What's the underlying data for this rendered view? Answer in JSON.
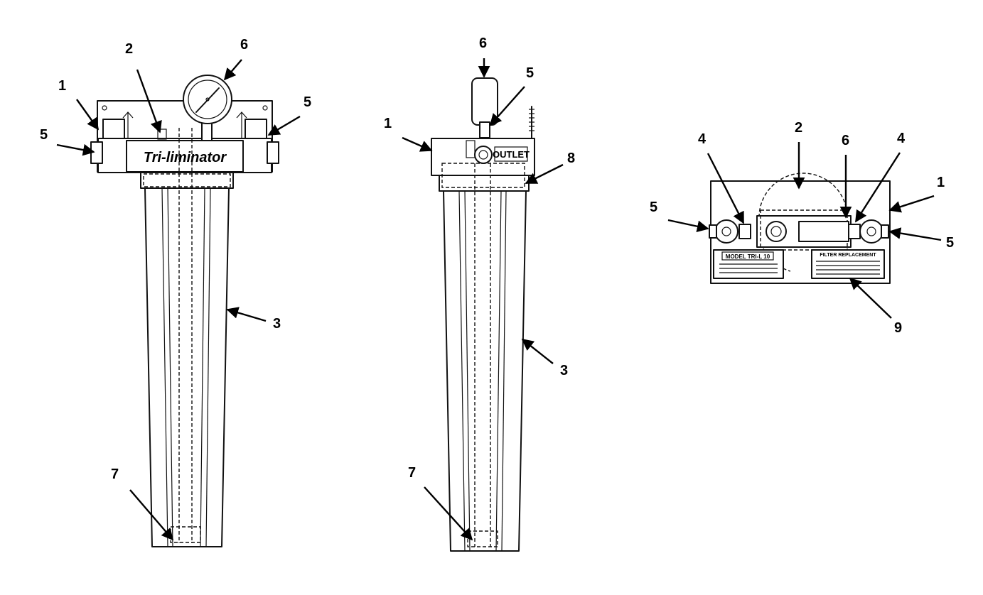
{
  "views": {
    "front": {
      "brand_text": "Tri-liminator",
      "callouts": [
        "1",
        "2",
        "6",
        "5",
        "5",
        "3",
        "7"
      ]
    },
    "side": {
      "outlet_text": "OUTLET",
      "callouts": [
        "6",
        "5",
        "1",
        "8",
        "3",
        "7"
      ]
    },
    "top": {
      "model_plate_text": "MODEL TRI-L 10",
      "filter_plate_text": "FILTER REPLACEMENT",
      "callouts": [
        "2",
        "4",
        "6",
        "4",
        "1",
        "5",
        "5",
        "9"
      ]
    }
  }
}
